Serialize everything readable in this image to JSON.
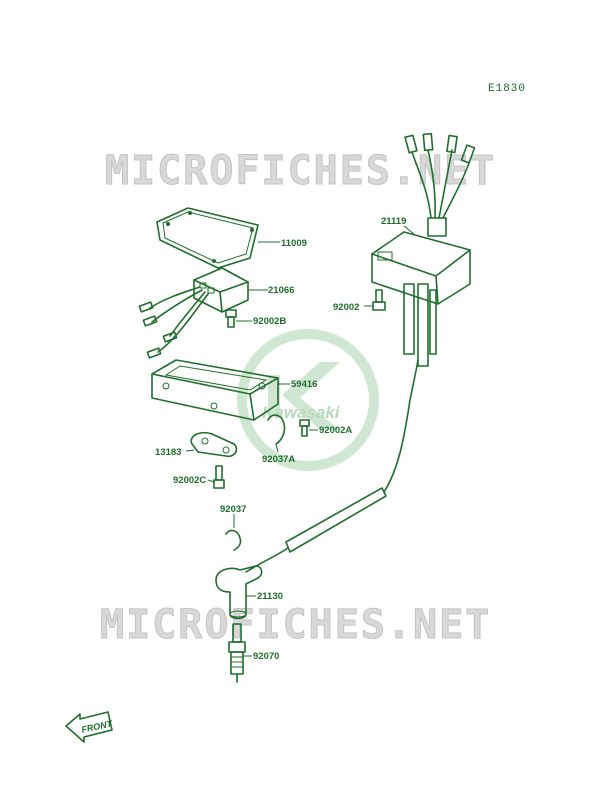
{
  "diagram_code": "E1830",
  "watermark_text": "MICROFICHES.NET",
  "logo_text": "Kawasaki",
  "front_label": "FRONT",
  "parts": {
    "p11009": "11009",
    "p21066": "21066",
    "p92002B": "92002B",
    "p59416": "59416",
    "p13183": "13183",
    "p92002A": "92002A",
    "p92037A": "92037A",
    "p92002C": "92002C",
    "p92037": "92037",
    "p21130": "21130",
    "p92070": "92070",
    "p21119": "21119",
    "p92002": "92002"
  },
  "colors": {
    "line": "#1f6e2c",
    "watermark": "#d8d8d8",
    "logo": "#b9d9bd"
  }
}
